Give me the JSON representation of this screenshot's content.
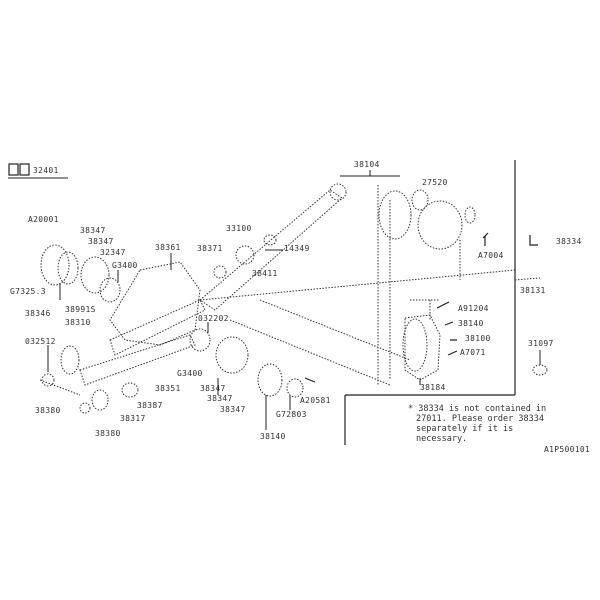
{
  "header": {
    "section_label": "32401"
  },
  "labels": {
    "a20001": "A20001",
    "l38347a": "38347",
    "l38347b": "38347",
    "l32347": "32347",
    "g3400a": "G3400",
    "l38361": "38361",
    "g7325": "G7325.3",
    "l38346": "38346",
    "l38991s": "38991S",
    "l38310": "38310",
    "l032512": "032512",
    "l38380a": "38380",
    "l38380b": "38380",
    "l38387": "38387",
    "l38317": "38317",
    "l38351": "38351",
    "g3400b": "G3400",
    "l38347c": "38347",
    "l38347d": "38347",
    "l38347e": "38347",
    "l032202": "032202",
    "a20581": "A20581",
    "g72803": "G72803",
    "l38140a": "38140",
    "l33100": "33100",
    "l38371": "38371",
    "l14349": "14349",
    "l38411": "38411",
    "l38104": "38104",
    "l27520": "27520",
    "a7004": "A7004",
    "l38334": "38334",
    "l38131": "38131",
    "a91204": "A91204",
    "l38140b": "38140",
    "l38100": "38100",
    "a7071": "A7071",
    "l38184": "38184",
    "l31097": "31097"
  },
  "note": {
    "lines": [
      "* 38334 is not contained in",
      "27011. Please order 38334",
      "separately if it is",
      "necessary."
    ]
  },
  "figure_code": "A1P500101"
}
